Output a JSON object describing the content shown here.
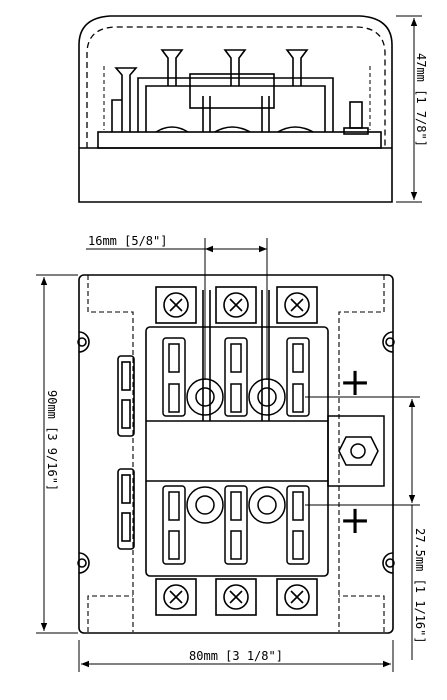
{
  "dimensions": {
    "height_side": "47mm [1 7/8\"]",
    "pitch_top": "16mm [5/8\"]",
    "height_left": "90mm [3 9/16\"]",
    "offset_right": "27.5mm [1 1/16\"]",
    "width_bottom": "80mm [3 1/8\"]"
  },
  "symbols": {
    "plus_top": "+",
    "plus_bottom": "+"
  }
}
